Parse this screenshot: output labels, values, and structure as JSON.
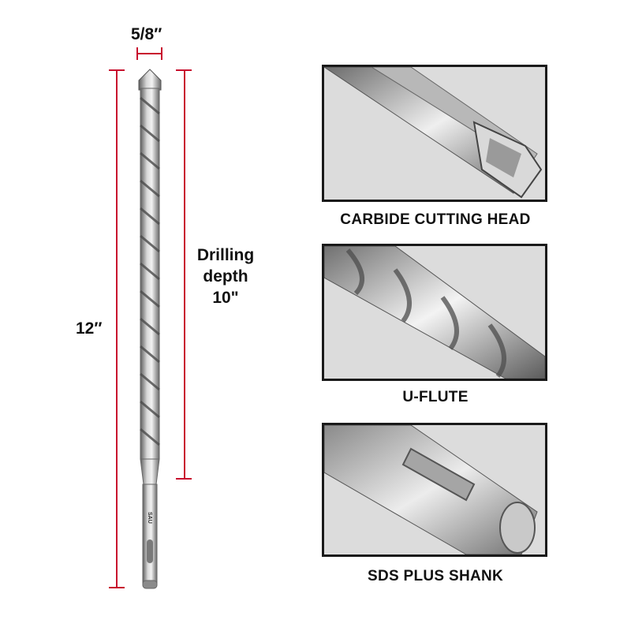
{
  "dimensions": {
    "diameter": "5/8″",
    "overall_length": "12″",
    "drilling_depth": [
      "Drilling",
      "depth",
      "10\""
    ]
  },
  "bit": {
    "shank_marking": "SAU"
  },
  "panels": [
    {
      "caption": "CARBIDE CUTTING HEAD",
      "icon": "carbide-head-closeup"
    },
    {
      "caption": "U-FLUTE",
      "icon": "u-flute-closeup"
    },
    {
      "caption": "SDS PLUS SHANK",
      "icon": "sds-plus-shank-closeup"
    }
  ],
  "colors": {
    "dimension_line": "#c8102e",
    "steel": "#a9a9a9",
    "panel_border": "#1a1a1a"
  }
}
